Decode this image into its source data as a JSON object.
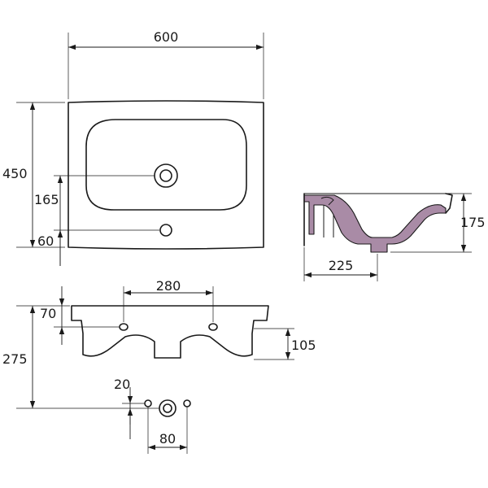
{
  "dimensions": {
    "overall_width": "600",
    "overall_depth": "450",
    "tap_hole_to_back": "165",
    "overflow_to_back": "60",
    "bowl_height": "175",
    "bowl_depth": "225",
    "fixing_spacing": "280",
    "fixing_to_top": "70",
    "total_height": "275",
    "waste_height": "105",
    "bracket_offset": "20",
    "bracket_spacing": "80"
  },
  "colors": {
    "line": "#1a1a1a",
    "section_fill": "#a98ba6",
    "background": "#ffffff"
  }
}
